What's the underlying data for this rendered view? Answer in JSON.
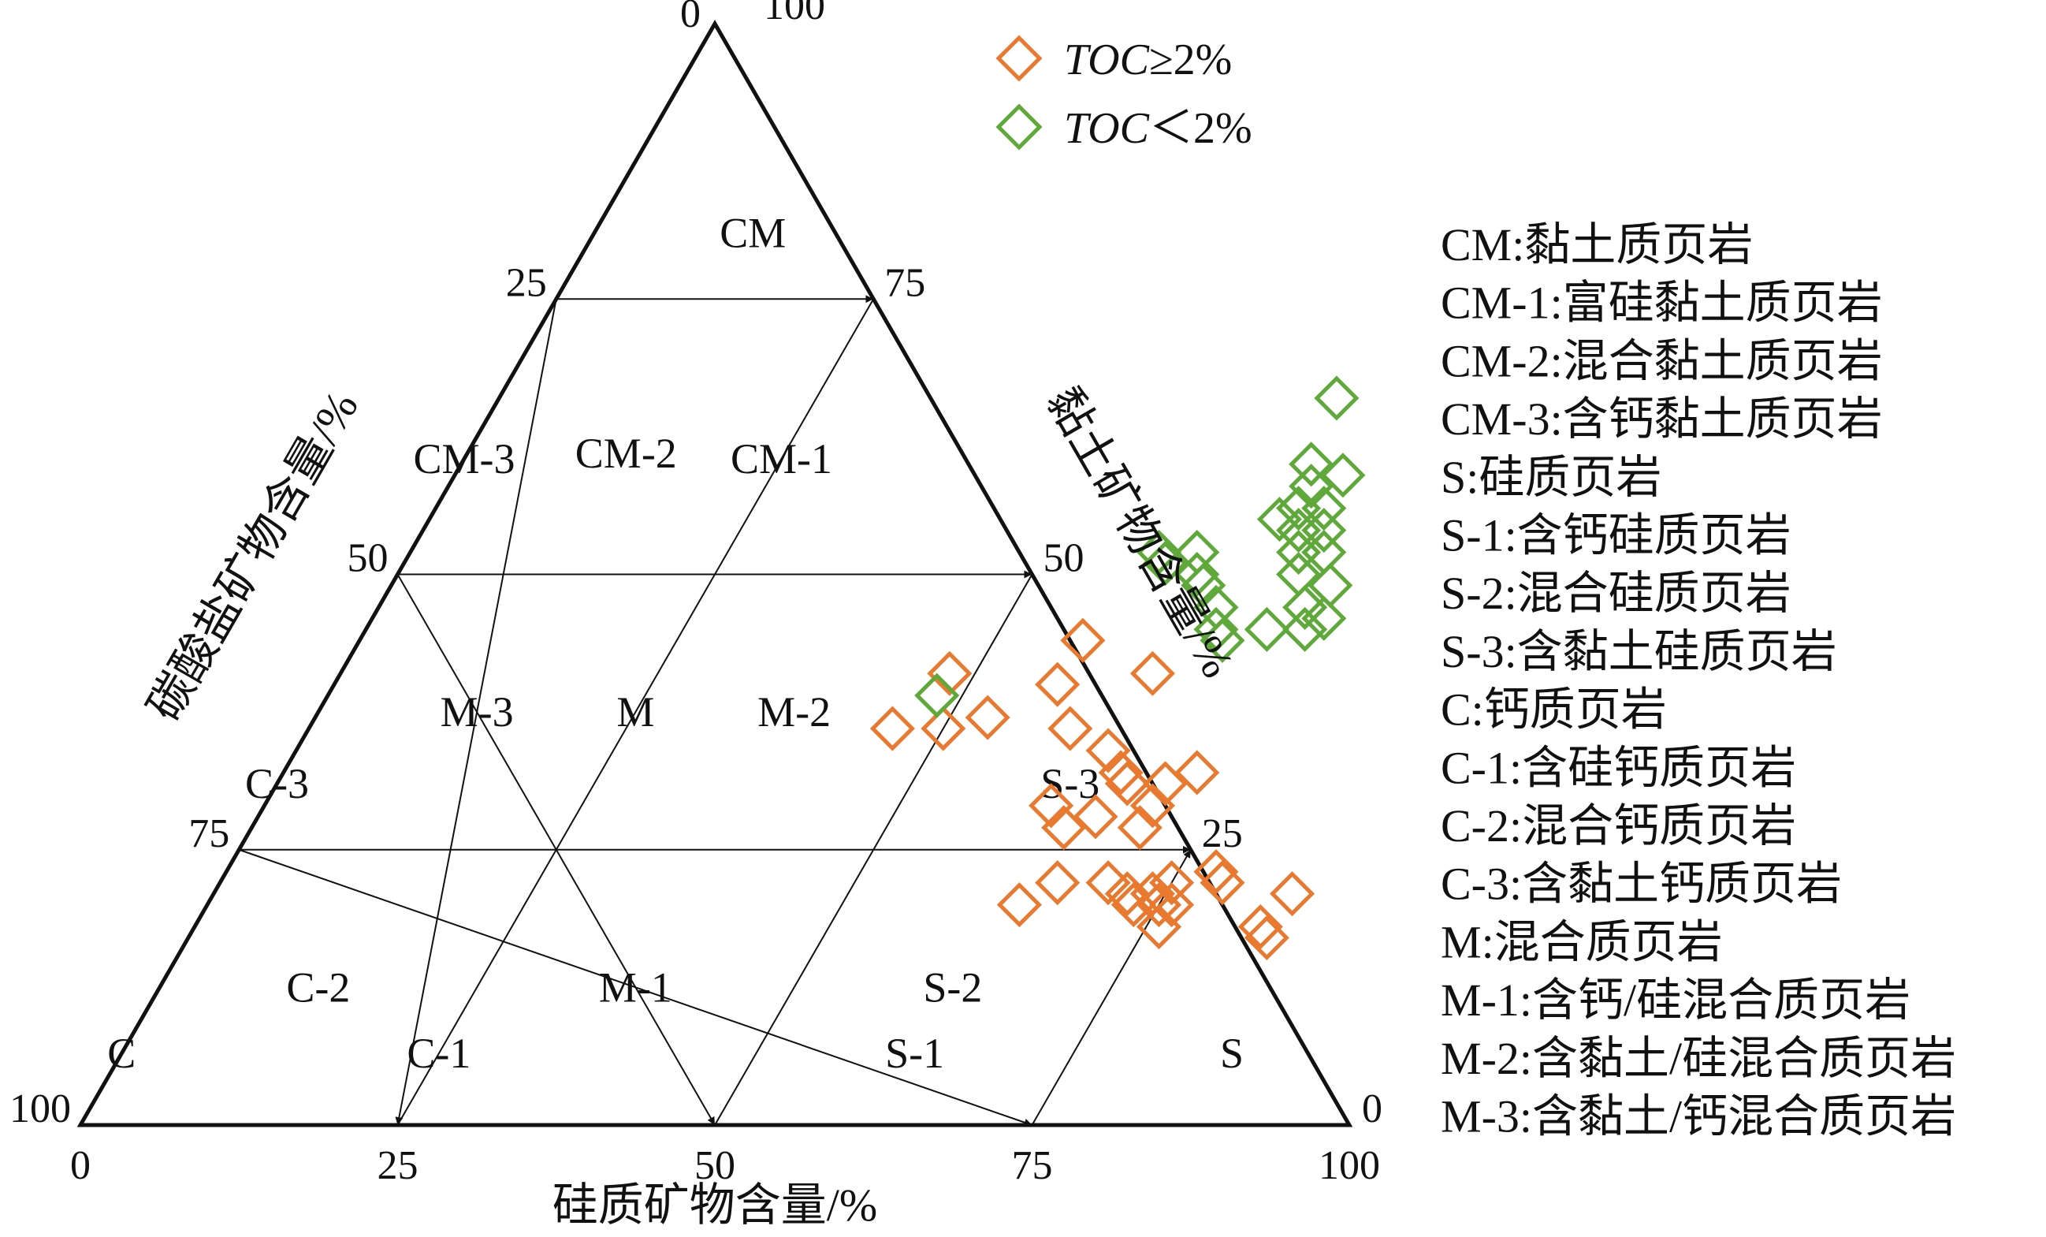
{
  "chart_data": {
    "type": "scatter",
    "subtype": "ternary",
    "axes": {
      "bottom": {
        "label": "硅质矿物含量/%",
        "ticks": [
          "0",
          "25",
          "50",
          "75",
          "100"
        ]
      },
      "left": {
        "label": "碳酸盐矿物含量/%",
        "ticks": [
          "0",
          "25",
          "50",
          "75",
          "100"
        ]
      },
      "right": {
        "label": "黏土矿物含量/%",
        "ticks": [
          "100",
          "75",
          "50",
          "25",
          "0"
        ]
      }
    },
    "region_labels": [
      "CM",
      "CM-1",
      "CM-2",
      "CM-3",
      "M",
      "M-1",
      "M-2",
      "M-3",
      "C",
      "C-1",
      "C-2",
      "C-3",
      "S",
      "S-1",
      "S-2",
      "S-3"
    ],
    "legend_position": "top",
    "series": [
      {
        "name": "TOC≥2%",
        "name_prefix": "TOC",
        "name_suffix": "≥2%",
        "color": "#E8792F",
        "marker": "diamond-open",
        "points": [
          {
            "silica": 48,
            "clay": 41,
            "carbonate": 11
          },
          {
            "silica": 50,
            "clay": 36,
            "carbonate": 14
          },
          {
            "silica": 46,
            "clay": 36,
            "carbonate": 18
          },
          {
            "silica": 57,
            "clay": 40,
            "carbonate": 3
          },
          {
            "silica": 53,
            "clay": 37,
            "carbonate": 10
          },
          {
            "silica": 57,
            "clay": 44,
            "carbonate": -1
          },
          {
            "silica": 64,
            "clay": 41,
            "carbonate": -5
          },
          {
            "silica": 60,
            "clay": 36,
            "carbonate": 4
          },
          {
            "silica": 64,
            "clay": 34,
            "carbonate": 2
          },
          {
            "silica": 66,
            "clay": 32,
            "carbonate": 2
          },
          {
            "silica": 67,
            "clay": 31,
            "carbonate": 2
          },
          {
            "silica": 70,
            "clay": 31,
            "carbonate": -1
          },
          {
            "silica": 72,
            "clay": 32,
            "carbonate": -4
          },
          {
            "silica": 70,
            "clay": 29,
            "carbonate": 1
          },
          {
            "silica": 62,
            "clay": 29,
            "carbonate": 9
          },
          {
            "silica": 64,
            "clay": 27,
            "carbonate": 9
          },
          {
            "silica": 66,
            "clay": 28,
            "carbonate": 6
          },
          {
            "silica": 70,
            "clay": 27,
            "carbonate": 3
          },
          {
            "silica": 66,
            "clay": 22,
            "carbonate": 12
          },
          {
            "silica": 70,
            "clay": 22,
            "carbonate": 8
          },
          {
            "silica": 72,
            "clay": 21,
            "carbonate": 7
          },
          {
            "silica": 73,
            "clay": 20,
            "carbonate": 7
          },
          {
            "silica": 74,
            "clay": 21,
            "carbonate": 5
          },
          {
            "silica": 75,
            "clay": 20,
            "carbonate": 5
          },
          {
            "silica": 75,
            "clay": 22,
            "carbonate": 3
          },
          {
            "silica": 76,
            "clay": 20,
            "carbonate": 4
          },
          {
            "silica": 78,
            "clay": 23,
            "carbonate": -1
          },
          {
            "silica": 79,
            "clay": 22,
            "carbonate": -1
          },
          {
            "silica": 76,
            "clay": 18,
            "carbonate": 6
          },
          {
            "silica": 64,
            "clay": 20,
            "carbonate": 16
          },
          {
            "silica": 85,
            "clay": 21,
            "carbonate": -6
          },
          {
            "silica": 84,
            "clay": 18,
            "carbonate": -2
          },
          {
            "silica": 85,
            "clay": 17,
            "carbonate": -2
          }
        ]
      },
      {
        "name": "TOC＜2%",
        "name_prefix": "TOC",
        "name_suffix": "＜2%",
        "color": "#5FA83A",
        "marker": "diamond-open",
        "points": [
          {
            "silica": 66,
            "clay": 66,
            "carbonate": -32
          },
          {
            "silica": 67,
            "clay": 60,
            "carbonate": -27
          },
          {
            "silica": 68,
            "clay": 58,
            "carbonate": -26
          },
          {
            "silica": 70,
            "clay": 59,
            "carbonate": -29
          },
          {
            "silica": 68,
            "clay": 56,
            "carbonate": -24
          },
          {
            "silica": 70,
            "clay": 56,
            "carbonate": -26
          },
          {
            "silica": 67,
            "clay": 55,
            "carbonate": -22
          },
          {
            "silica": 69,
            "clay": 54,
            "carbonate": -23
          },
          {
            "silica": 71,
            "clay": 54,
            "carbonate": -25
          },
          {
            "silica": 70,
            "clay": 52,
            "carbonate": -22
          },
          {
            "silica": 72,
            "clay": 52,
            "carbonate": -24
          },
          {
            "silica": 71,
            "clay": 50,
            "carbonate": -21
          },
          {
            "silica": 74,
            "clay": 49,
            "carbonate": -23
          },
          {
            "silica": 73,
            "clay": 47,
            "carbonate": -20
          },
          {
            "silica": 71,
            "clay": 45,
            "carbonate": -16
          },
          {
            "silica": 75,
            "clay": 46,
            "carbonate": -21
          },
          {
            "silica": 74,
            "clay": 45,
            "carbonate": -19
          },
          {
            "silica": 59,
            "clay": 52,
            "carbonate": -11
          },
          {
            "silica": 60,
            "clay": 51,
            "carbonate": -11
          },
          {
            "silica": 62,
            "clay": 52,
            "carbonate": -14
          },
          {
            "silica": 63,
            "clay": 50,
            "carbonate": -13
          },
          {
            "silica": 64,
            "clay": 49,
            "carbonate": -13
          },
          {
            "silica": 66,
            "clay": 47,
            "carbonate": -13
          },
          {
            "silica": 67,
            "clay": 45,
            "carbonate": -12
          },
          {
            "silica": 68,
            "clay": 44,
            "carbonate": -12
          },
          {
            "silica": 48,
            "clay": 39,
            "carbonate": 13
          }
        ]
      }
    ],
    "notes": [
      "CM:黏土质页岩",
      "CM-1:富硅黏土质页岩",
      "CM-2:混合黏土质页岩",
      "CM-3:含钙黏土质页岩",
      "S:硅质页岩",
      "S-1:含钙硅质页岩",
      "S-2:混合硅质页岩",
      "S-3:含黏土硅质页岩",
      "C:钙质页岩",
      "C-1:含硅钙质页岩",
      "C-2:混合钙质页岩",
      "C-3:含黏土钙质页岩",
      "M:混合质页岩",
      "M-1:含钙/硅混合质页岩",
      "M-2:含黏土/硅混合质页岩",
      "M-3:含黏土/钙混合质页岩"
    ]
  }
}
